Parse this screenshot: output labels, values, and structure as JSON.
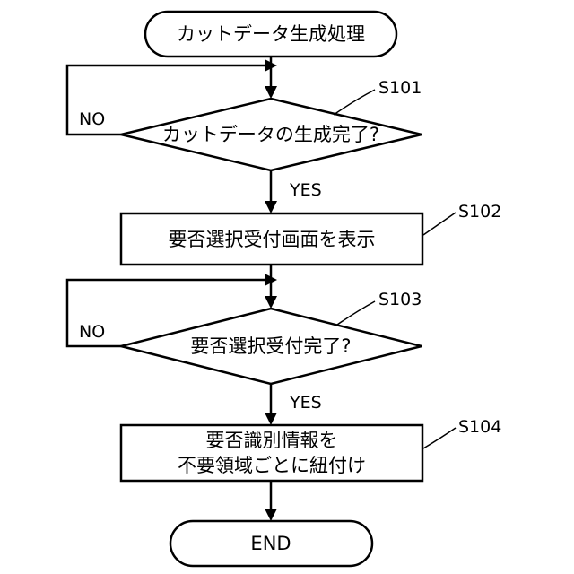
{
  "flowchart": {
    "start": {
      "label": "カットデータ生成処理"
    },
    "steps": [
      {
        "id": "S101",
        "kind": "decision",
        "label": "カットデータの生成完了?",
        "yes": "YES",
        "no": "NO"
      },
      {
        "id": "S102",
        "kind": "process",
        "label": "要否選択受付画面を表示"
      },
      {
        "id": "S103",
        "kind": "decision",
        "label": "要否選択受付完了?",
        "yes": "YES",
        "no": "NO"
      },
      {
        "id": "S104",
        "kind": "process",
        "lines": [
          "要否識別情報を",
          "不要領域ごとに紐付け"
        ]
      }
    ],
    "end": {
      "label": "END"
    }
  }
}
